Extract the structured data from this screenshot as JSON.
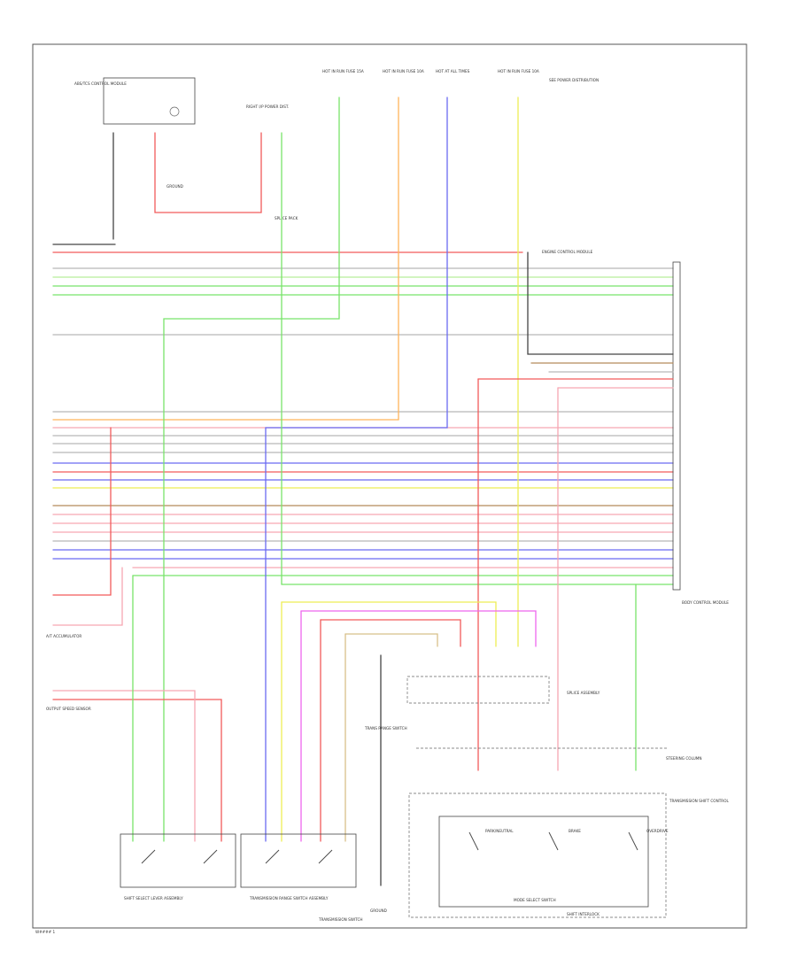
{
  "colors": {
    "gray": "#b8b8b8",
    "black": "#444444",
    "red": "#f25a5a",
    "pink": "#f6a6b2",
    "green": "#78e36a",
    "lightgreen": "#b6ee9a",
    "yellow": "#eded55",
    "orange": "#ffb45a",
    "blue": "#6a6af2",
    "violet": "#ee66ee",
    "brown": "#b58a5a",
    "tan": "#d8c08a"
  },
  "labels": {
    "page_ref": "W#### 1",
    "top_left_module": "ABS/TCS CONTROL MODULE",
    "fuse_1": "HOT IN RUN FUSE 15A",
    "fuse_2": "HOT IN RUN FUSE 10A",
    "fuse_3": "HOT AT ALL TIMES",
    "fuse_4": "HOT IN RUN FUSE 10A",
    "power_dist": "RIGHT I/P POWER DIST.",
    "splice_pack": "SPLICE PACK",
    "ground_top": "GROUND",
    "connector_top_right": "SEE POWER DISTRIBUTION",
    "engine_module": "ENGINE CONTROL MODULE",
    "right_module": "BODY CONTROL MODULE",
    "left_module_1": "A/T ACCUMULATOR",
    "left_module_2": "OUTPUT SPEED SENSOR",
    "splice_bottom": "SPLICE ASSEMBLY",
    "trans_switch": "TRANS RANGE SWITCH",
    "ground_bottom": "GROUND",
    "right_lower_module": "STEERING COLUMN",
    "right_lower_box": "TRANSMISSION SHIFT CONTROL",
    "switch_1": "PARK/NEUTRAL",
    "switch_2": "BRAKE",
    "switch_3": "OVERDRIVE",
    "bottom_box_1": "MODE SELECT SWITCH",
    "bottom_box_1_sub": "SHIFT SELECT LEVER ASSEMBLY",
    "bottom_box_2": "TRANSMISSION RANGE SWITCH ASSEMBLY",
    "bottom_box_3": "TRANSMISSION SWITCH",
    "bottom_box_4": "SHIFT INTERLOCK"
  }
}
